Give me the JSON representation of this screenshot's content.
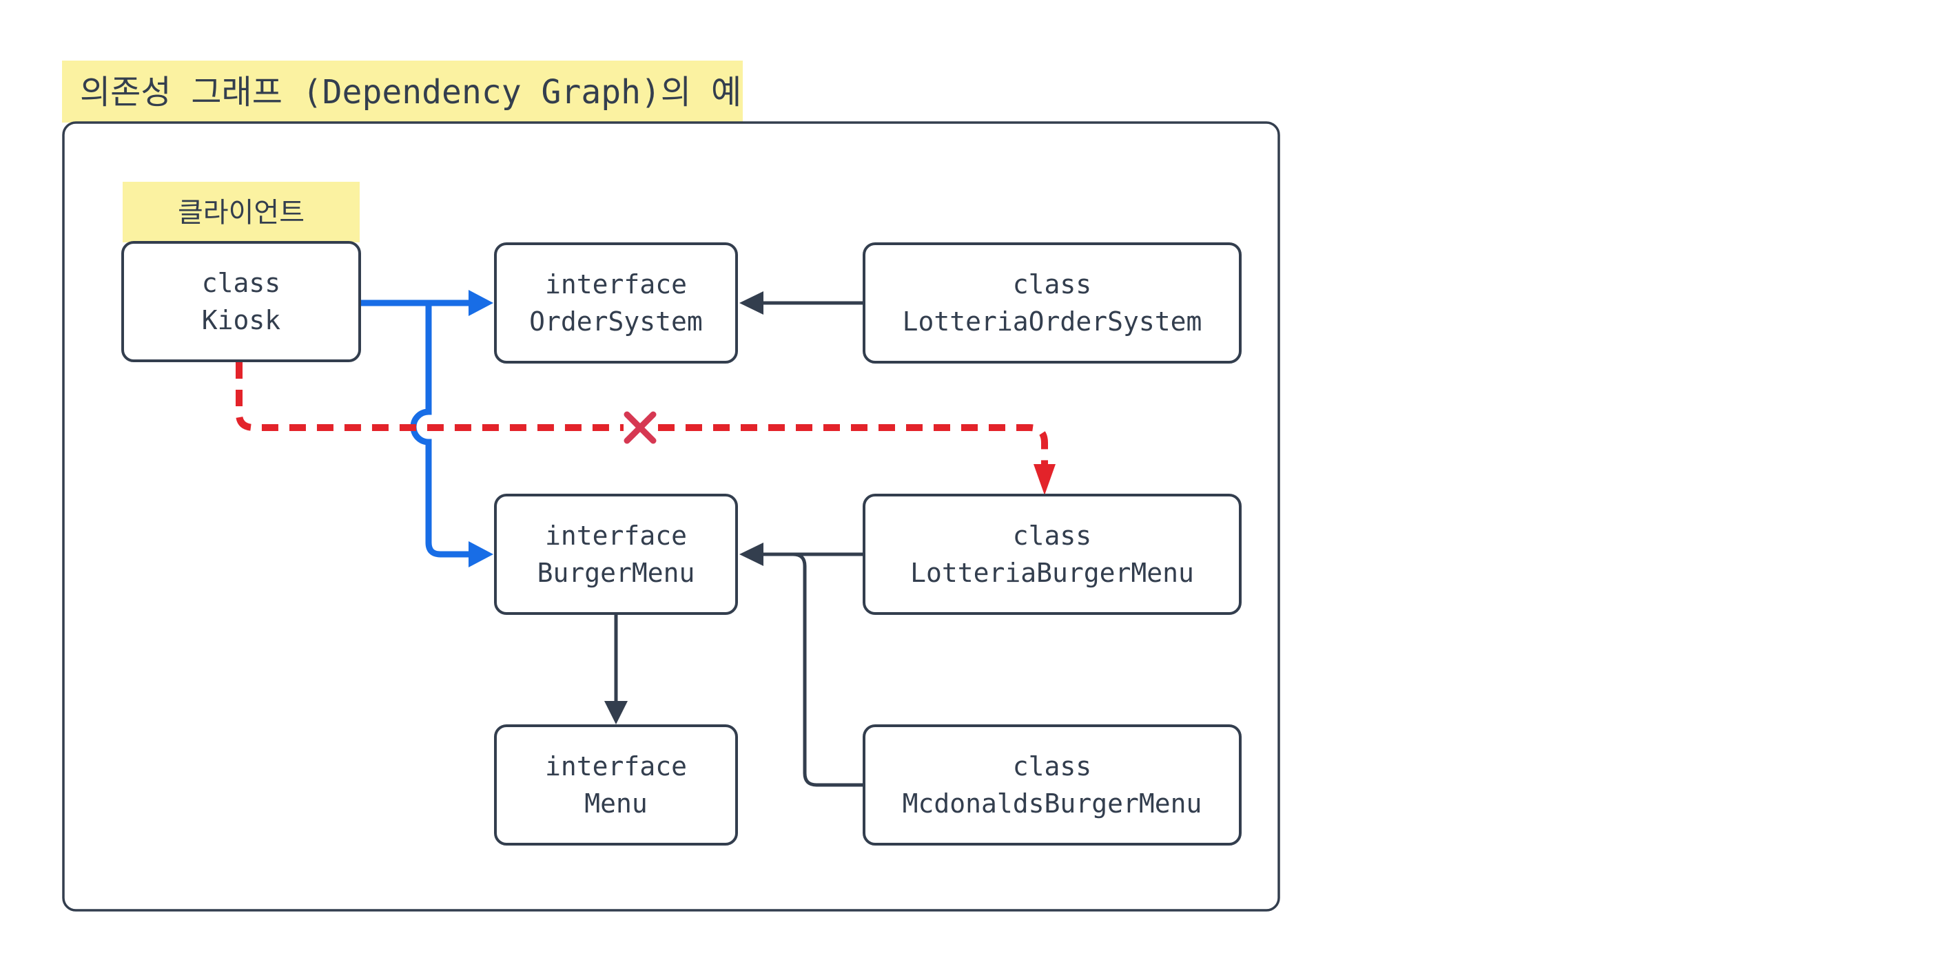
{
  "title": {
    "text": "의존성 그래프 (Dependency Graph)의 예"
  },
  "client_label": {
    "text": "클라이언트"
  },
  "nodes": {
    "kiosk": {
      "line1": "class",
      "line2": "Kiosk"
    },
    "order_system": {
      "line1": "interface",
      "line2": "OrderSystem"
    },
    "lotteria_order_system": {
      "line1": "class",
      "line2": "LotteriaOrderSystem"
    },
    "burger_menu": {
      "line1": "interface",
      "line2": "BurgerMenu"
    },
    "lotteria_burger_menu": {
      "line1": "class",
      "line2": "LotteriaBurgerMenu"
    },
    "menu": {
      "line1": "interface",
      "line2": "Menu"
    },
    "mcdonalds_burger_menu": {
      "line1": "class",
      "line2": "McdonaldsBurgerMenu"
    }
  },
  "edges": [
    {
      "from": "Kiosk",
      "to": "OrderSystem",
      "style": "solid",
      "color": "blue"
    },
    {
      "from": "Kiosk",
      "to": "BurgerMenu",
      "style": "solid",
      "color": "blue"
    },
    {
      "from": "Kiosk",
      "to": "LotteriaBurgerMenu",
      "style": "dashed",
      "color": "red",
      "marker": "x-forbidden"
    },
    {
      "from": "LotteriaOrderSystem",
      "to": "OrderSystem",
      "style": "solid",
      "color": "dark"
    },
    {
      "from": "LotteriaBurgerMenu",
      "to": "BurgerMenu",
      "style": "solid",
      "color": "dark"
    },
    {
      "from": "McdonaldsBurgerMenu",
      "to": "BurgerMenu",
      "style": "solid",
      "color": "dark"
    },
    {
      "from": "BurgerMenu",
      "to": "Menu",
      "style": "solid",
      "color": "dark"
    }
  ],
  "colors": {
    "ink": "#333E4E",
    "highlight_yellow": "#FBF2A1",
    "dependency_blue": "#186DE6",
    "forbidden_red": "#E3232A",
    "x_mark_crimson": "#D63852",
    "node_fill": "#FFFFFF",
    "background": "#FFFFFF"
  }
}
